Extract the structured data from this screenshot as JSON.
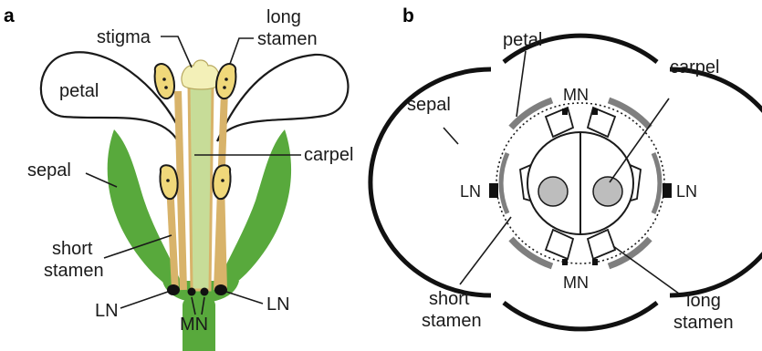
{
  "panel_a": {
    "letter": "a",
    "labels": {
      "stigma": "stigma",
      "long_stamen_1": "long",
      "long_stamen_2": "stamen",
      "petal": "petal",
      "sepal": "sepal",
      "carpel": "carpel",
      "short_stamen_1": "short",
      "short_stamen_2": "stamen",
      "ln_left": "LN",
      "ln_right": "LN",
      "mn": "MN"
    }
  },
  "panel_b": {
    "letter": "b",
    "labels": {
      "petal": "petal",
      "carpel": "carpel",
      "sepal": "sepal",
      "mn_top": "MN",
      "mn_bottom": "MN",
      "ln_left": "LN",
      "ln_right": "LN",
      "short_stamen_1": "short",
      "short_stamen_2": "stamen",
      "long_stamen_1": "long",
      "long_stamen_2": "stamen"
    }
  },
  "colors": {
    "sepal_green": "#58a93c",
    "sepal_dark": "#3e8a2a",
    "stamen_tan": "#d8b36a",
    "anther_yellow": "#f0d87a",
    "stigma_cream": "#f3f0b8",
    "carpel_light": "#c7dc98",
    "gray_petal": "#7f7f7f",
    "gray_ovule": "#bdbdbd",
    "nectary_black": "#111111"
  }
}
